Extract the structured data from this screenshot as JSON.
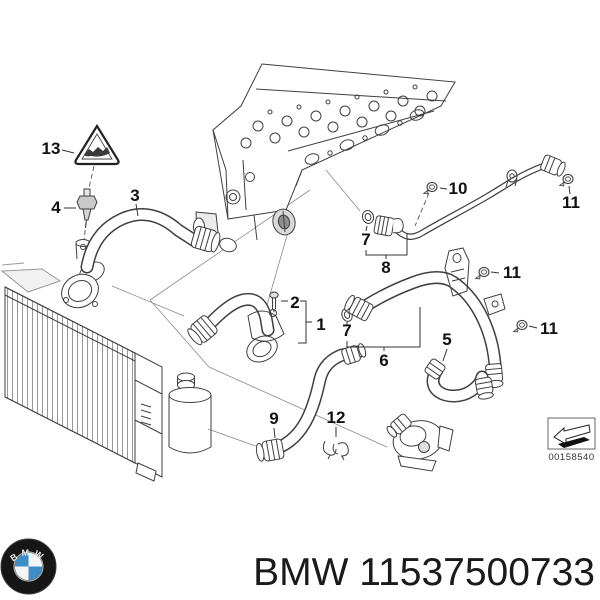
{
  "diagram": {
    "callouts": [
      {
        "ref": "13",
        "text": "13"
      },
      {
        "ref": "4",
        "text": "4"
      },
      {
        "ref": "3",
        "text": "3"
      },
      {
        "ref": "2",
        "text": "2"
      },
      {
        "ref": "1",
        "text": "1"
      },
      {
        "ref": "7-upper",
        "text": "7"
      },
      {
        "ref": "8",
        "text": "8"
      },
      {
        "ref": "10",
        "text": "10"
      },
      {
        "ref": "11-top",
        "text": "11"
      },
      {
        "ref": "11-middle",
        "text": "11"
      },
      {
        "ref": "11-lower",
        "text": "11"
      },
      {
        "ref": "7-lower",
        "text": "7"
      },
      {
        "ref": "6",
        "text": "6"
      },
      {
        "ref": "5",
        "text": "5"
      },
      {
        "ref": "9",
        "text": "9"
      },
      {
        "ref": "12",
        "text": "12"
      }
    ],
    "stamp": {
      "number": "00158540",
      "icon": "direction-arrow-icon"
    },
    "warning_triangle_icon": "crocodile-crush-warning-icon"
  },
  "footer": {
    "logo_text": "BMW",
    "part_text": "BMW 11537500733",
    "logo_colors": {
      "roundel_blue": "#3f8dc5",
      "roundel_black": "#161616",
      "roundel_white": "#f4f6f8"
    }
  }
}
